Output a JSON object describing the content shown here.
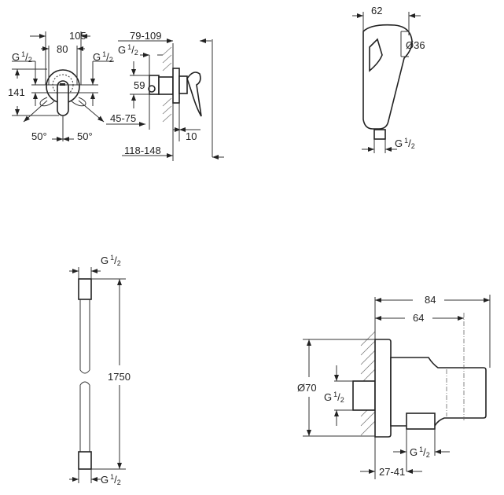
{
  "title": "Dimensional drawings: concealed mixer, hand shower, shower hose, wall outlet elbow",
  "mixer": {
    "dim_105": "105",
    "dim_80": "80",
    "dim_141": "141",
    "dim_59": "59",
    "dim_79_109": "79-109",
    "dim_45_75": "45-75",
    "angle_left": "50°",
    "angle_right": "50°",
    "dim_10": "10",
    "dim_118_148": "118-148",
    "thread_left": {
      "main": "G",
      "num": "1",
      "sep": "/",
      "den": "2"
    },
    "thread_right": {
      "main": "G",
      "num": "1",
      "sep": "/",
      "den": "2"
    },
    "thread_side": {
      "main": "G",
      "num": "1",
      "sep": "/",
      "den": "2"
    }
  },
  "hand_shower": {
    "dim_62": "62",
    "dia_36": "Ø36",
    "thread": {
      "main": "G",
      "num": "1",
      "sep": "/",
      "den": "2"
    }
  },
  "hose": {
    "length": "1750",
    "thread_top": {
      "main": "G",
      "num": "1",
      "sep": "/",
      "den": "2"
    },
    "thread_bottom": {
      "main": "G",
      "num": "1",
      "sep": "/",
      "den": "2"
    }
  },
  "wall_outlet": {
    "dim_84": "84",
    "dim_64": "64",
    "dia_70": "Ø70",
    "dim_27_41": "27-41",
    "thread_back": {
      "main": "G",
      "num": "1",
      "sep": "/",
      "den": "2"
    },
    "thread_bottom": {
      "main": "G",
      "num": "1",
      "sep": "/",
      "den": "2"
    }
  }
}
